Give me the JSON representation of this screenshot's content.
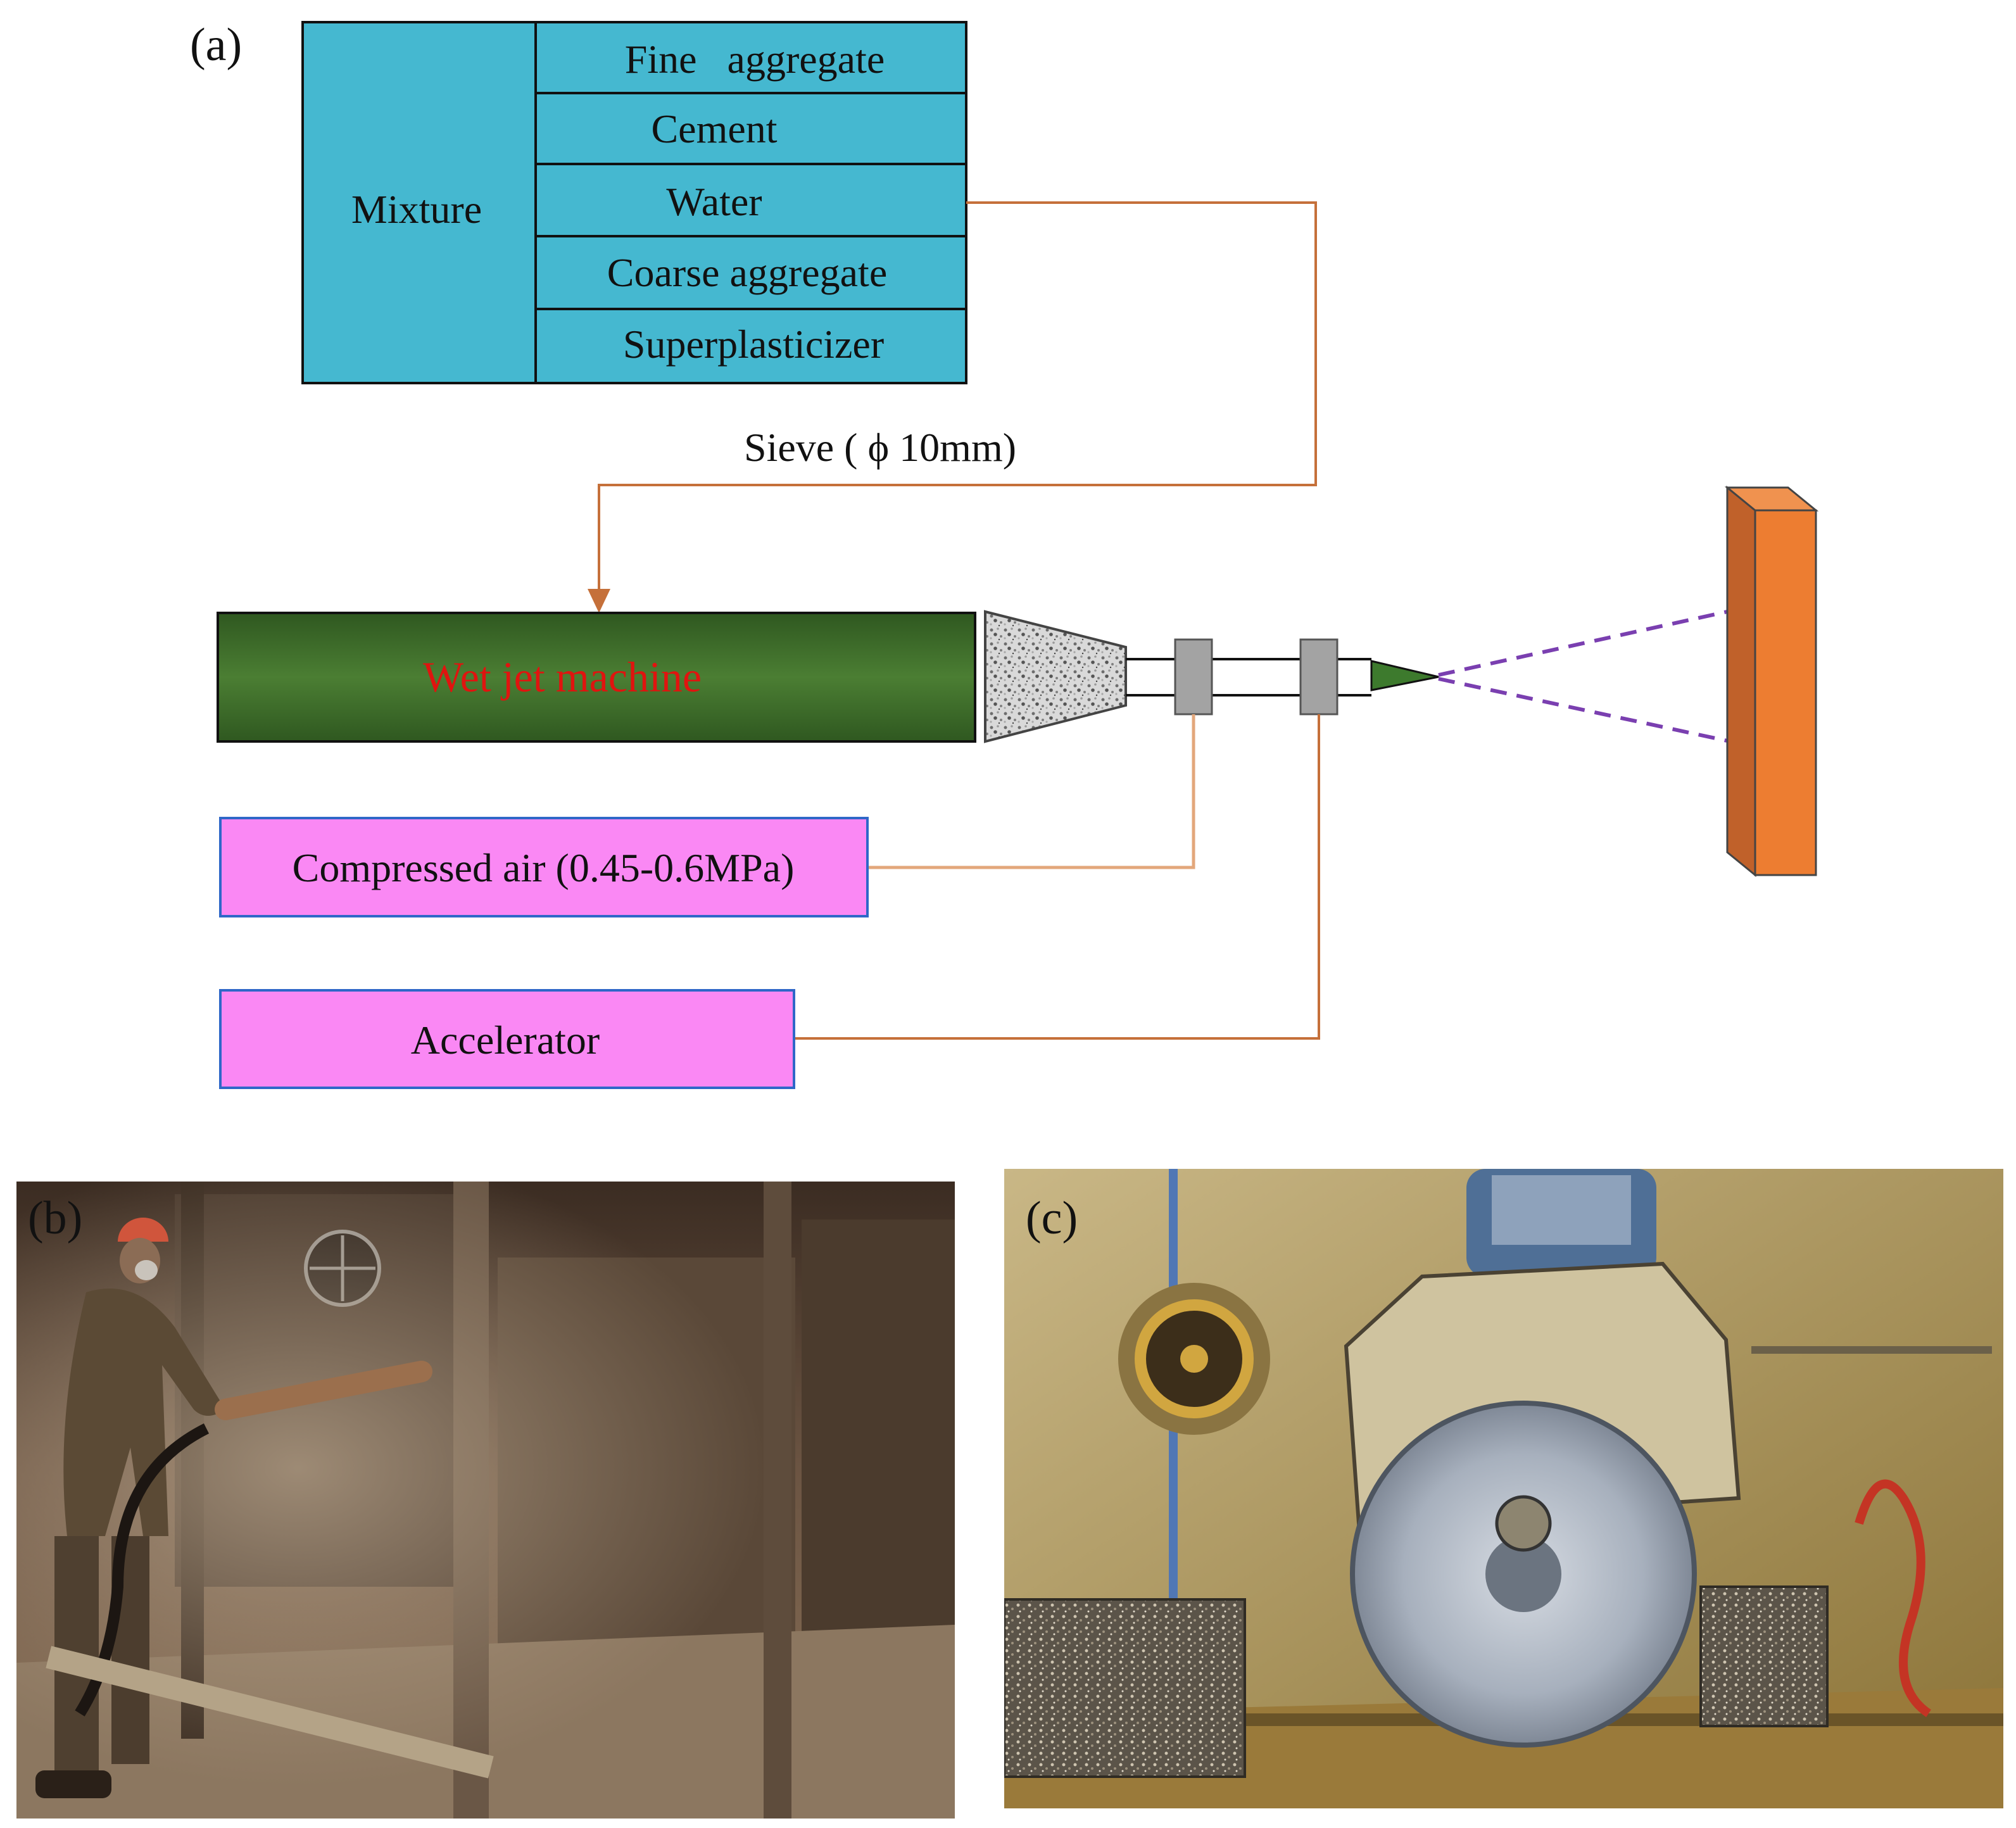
{
  "panel_a": {
    "label": "(a)",
    "mixture": {
      "label": "Mixture",
      "components": [
        "Fine   aggregate",
        "Cement",
        "Water",
        "Coarse aggregate",
        "Superplasticizer"
      ]
    },
    "sieve_label": "Sieve ( ϕ 10mm)",
    "machine_label": "Wet jet machine",
    "compressed_air_label": "Compressed air (0.45-0.6MPa)",
    "accelerator_label": "Accelerator",
    "colors": {
      "mixture_fill": "#45b8d0",
      "machine_fill": "#3f6f2b",
      "machine_text": "#e0140f",
      "input_box_fill": "#fa88f4",
      "input_box_border": "#2f67c8",
      "pipe": "#c5703a",
      "spray": "#7a3fb0",
      "target_front": "#ed7d31",
      "target_side": "#c0612a",
      "nozzle": "#3d7a2d",
      "coupling": "#a3a3a3"
    }
  },
  "panel_b": {
    "label": "(b)",
    "photo": "photograph of a worker in a hard hat spraying wet shotcrete into a steel formwork"
  },
  "panel_c": {
    "label": "(c)",
    "photo": "photograph of a blade saw cutting shotcrete specimen blocks"
  }
}
